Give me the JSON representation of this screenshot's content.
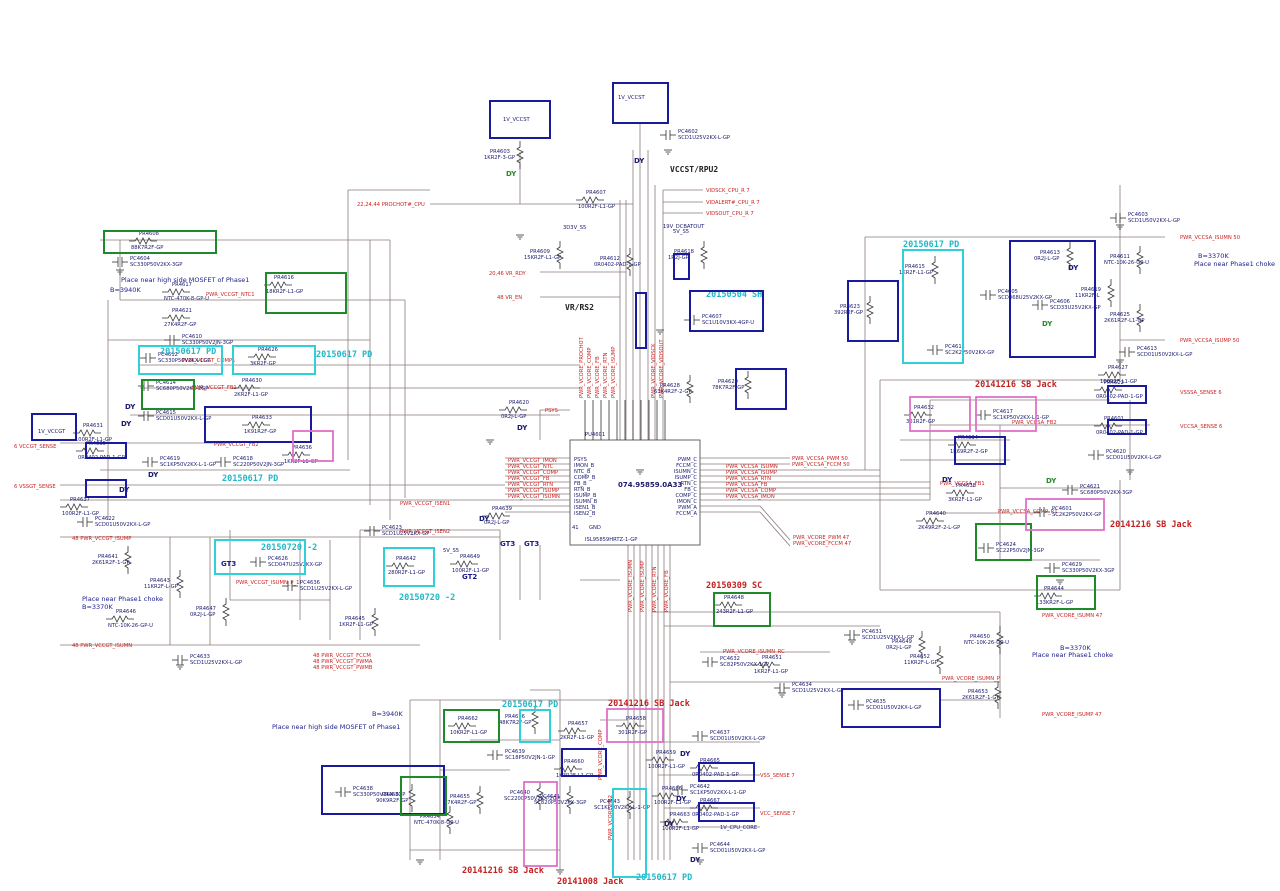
{
  "colors": {
    "wire": "#8a7a7a",
    "part": "#333333",
    "label": "#1a1a6e",
    "net": "#cc2222",
    "dy": "#2b8a2b",
    "box_blue": "#1a1a9e",
    "box_green": "#1f8a2a",
    "box_cyan": "#2fd0d8",
    "box_pink": "#e070c8",
    "note_cyan": "#21b8c8",
    "note_red": "#c42020",
    "note_blue": "#1a1a8e"
  },
  "ic": {
    "ref": "PU4601",
    "pn": "074.95859.0A33",
    "pn2": "ISL95859HRTZ-1-GP",
    "left_pins": [
      "PSYS",
      "IMON_B",
      "NTC_B",
      "COMP_B",
      "FB_B",
      "RTN_B",
      "ISUMP_B",
      "ISUMN_B",
      "ISEN1_B",
      "ISEN2_B"
    ],
    "right_pins": [
      "PWM_C",
      "FCCM_C",
      "ISUMN_C",
      "ISUMP_C",
      "RTN_C",
      "FB_C",
      "COMP_C",
      "IMON_C",
      "PWM_A",
      "FCCM_A"
    ],
    "gnd": "GND"
  },
  "power": [
    {
      "id": "p1",
      "label": "1V_VCCST"
    },
    {
      "id": "p2",
      "label": "1V_VCCST"
    },
    {
      "id": "p3",
      "label": "1V_VCCGT"
    }
  ],
  "headings": {
    "vccst": "VCCST/RPU2",
    "vrrs": "VR/RS2"
  },
  "nets_left": [
    {
      "id": "n1",
      "text": "22,24,44 PROCHOT#_CPU"
    },
    {
      "id": "n2",
      "text": "20,46 VR_RDY"
    },
    {
      "id": "n3",
      "text": "48 VR_EN"
    },
    {
      "id": "n4",
      "text": "6 VCCGT_SENSE"
    },
    {
      "id": "n5",
      "text": "6 VSSGT_SENSE"
    },
    {
      "id": "n6",
      "text": "48 PWR_VCCGT_ISUMP"
    },
    {
      "id": "n7",
      "text": "48 PWR_VCCGT_ISUMN"
    },
    {
      "id": "n8",
      "text": "48 PWR_VCCGT_FCCM"
    },
    {
      "id": "n9",
      "text": "48 PWR_VCCGT_PWMA"
    },
    {
      "id": "n10",
      "text": "48 PWR_VCCGT_PWMB"
    }
  ],
  "nets_right": [
    {
      "id": "r1",
      "text": "VIDSCK_CPU_R 7"
    },
    {
      "id": "r2",
      "text": "VIDALERT#_CPU_R 7"
    },
    {
      "id": "r3",
      "text": "VIDSOUT_CPU_R 7"
    },
    {
      "id": "r4",
      "text": "PWR_VCCSA_ISUMN 50"
    },
    {
      "id": "r5",
      "text": "PWR_VCCSA_ISUMP 50"
    },
    {
      "id": "r6",
      "text": "VSSSA_SENSE 6"
    },
    {
      "id": "r7",
      "text": "VCCSA_SENSE 6"
    },
    {
      "id": "r8",
      "text": "PWR_VCCSA_PWM 50"
    },
    {
      "id": "r9",
      "text": "PWR_VCCSA_FCCM 50"
    },
    {
      "id": "r10",
      "text": "PWR_VCORE_PWM 47"
    },
    {
      "id": "r11",
      "text": "PWR_VCORE_FCCM 47"
    },
    {
      "id": "r12",
      "text": "PWR_VCORE_ISUMN 47"
    },
    {
      "id": "r13",
      "text": "PWR_VCORE_ISUMP 47"
    },
    {
      "id": "r14",
      "text": "VSS_SENSE 7"
    },
    {
      "id": "r15",
      "text": "VCC_SENSE 7"
    }
  ],
  "bus_labels": [
    {
      "id": "b1",
      "text": "PWR_VCCGT_IMON"
    },
    {
      "id": "b2",
      "text": "PWR_VCCGT_NTC"
    },
    {
      "id": "b3",
      "text": "PWR_VCCGT_COMP"
    },
    {
      "id": "b4",
      "text": "PWR_VCCGT_FB"
    },
    {
      "id": "b5",
      "text": "PWR_VCCGT_RTN"
    },
    {
      "id": "b6",
      "text": "PWR_VCCGT_ISUMP"
    },
    {
      "id": "b7",
      "text": "PWR_VCCGT_ISUMN"
    },
    {
      "id": "b8",
      "text": "PWR_VCCGT_ISEN1"
    },
    {
      "id": "b9",
      "text": "PWR_VCCGT_ISEN2"
    },
    {
      "id": "b10",
      "text": "PWR_VCCSA_ISUMN"
    },
    {
      "id": "b11",
      "text": "PWR_VCCSA_ISUMP"
    },
    {
      "id": "b12",
      "text": "PWR_VCCSA_RTN"
    },
    {
      "id": "b13",
      "text": "PWR_VCCSA_FB"
    },
    {
      "id": "b14",
      "text": "PWR_VCCSA_COMP"
    },
    {
      "id": "b15",
      "text": "PWR_VCCSA_IMON"
    },
    {
      "id": "b16",
      "text": "PWR_VCCSA_FB2"
    },
    {
      "id": "b17",
      "text": "PWR_VCCSA_COMP_R1"
    },
    {
      "id": "b18",
      "text": "PWR_VCORE_ISUMN_RC"
    },
    {
      "id": "b19",
      "text": "PWR_VCORE_ISUMN_P"
    },
    {
      "id": "b20",
      "text": "PWR_VCCGT_NTC1"
    },
    {
      "id": "b21",
      "text": "PWR_VCCGT_COMP1"
    },
    {
      "id": "b22",
      "text": "PWR_VCCGT_FB1"
    },
    {
      "id": "b23",
      "text": "PWR_VCCGT_FB2"
    },
    {
      "id": "b24",
      "text": "PWR_VCCGT_ISUMN_P_1"
    },
    {
      "id": "b25",
      "text": "PSYS"
    },
    {
      "id": "b26",
      "text": "PWR_VCCSA_FB1"
    }
  ],
  "parts": [
    {
      "id": "c1",
      "ref": "PR4603",
      "val": "1KR2F-3-GP"
    },
    {
      "id": "c2",
      "ref": "PC4602",
      "val": "SCD1U25V2KX-L-GP"
    },
    {
      "id": "c3",
      "ref": "PR4607",
      "val": "100R2F-L1-GP"
    },
    {
      "id": "c4",
      "ref": "PR4609",
      "val": "15KR2F-L1-GP"
    },
    {
      "id": "c5",
      "ref": "PR4612",
      "val": "0R0402-PAD-1-GP"
    },
    {
      "id": "c6",
      "ref": "PR4618",
      "val": "1R2J-GP"
    },
    {
      "id": "c7",
      "ref": "PC4607",
      "val": "SC1U10V3KX-4GP-U"
    },
    {
      "id": "c8",
      "ref": "PR4608",
      "val": "88K7R2F-GP"
    },
    {
      "id": "c9",
      "ref": "PC4604",
      "val": "SC330P50V2KX-3GP"
    },
    {
      "id": "c10",
      "ref": "PR4617",
      "val": "NTC-470K-8-GP-U"
    },
    {
      "id": "c11",
      "ref": "PR4621",
      "val": "27K4R2F-GP"
    },
    {
      "id": "c12",
      "ref": "PR4616",
      "val": "18KR2F-L1-GP"
    },
    {
      "id": "c13",
      "ref": "PC4610",
      "val": "SC330P50V2JN-3GP"
    },
    {
      "id": "c14",
      "ref": "PC4612",
      "val": "SC330P50V2KX-1GP"
    },
    {
      "id": "c15",
      "ref": "PR4626",
      "val": "3KR2F-GP"
    },
    {
      "id": "c16",
      "ref": "PC4614",
      "val": "SC680P50V2KX-2GP"
    },
    {
      "id": "c17",
      "ref": "PR4630",
      "val": "2KR2F-L1-GP"
    },
    {
      "id": "c18",
      "ref": "PC4615",
      "val": "SCD01U50V2KX-L-GP"
    },
    {
      "id": "c19",
      "ref": "PR4633",
      "val": "1K91R2F-GP"
    },
    {
      "id": "c20",
      "ref": "PR4636",
      "val": "1KR2F-L1-GP"
    },
    {
      "id": "c21",
      "ref": "PC4618",
      "val": "SC220P50V2JN-3GP"
    },
    {
      "id": "c22",
      "ref": "PC4619",
      "val": "SC1KP50V2KX-L-1-GP"
    },
    {
      "id": "c23",
      "ref": "PR4631",
      "val": "100R2F-L1-GP"
    },
    {
      "id": "c24",
      "ref": "PR4635",
      "val": "0R0402-PAD-1-GP"
    },
    {
      "id": "c25",
      "ref": "PR4637",
      "val": "100R2F-L1-GP"
    },
    {
      "id": "c26",
      "ref": "PC4622",
      "val": "SCD01U50V2KX-L-GP"
    },
    {
      "id": "c27",
      "ref": "PR4641",
      "val": "2K61R2F-1-GP"
    },
    {
      "id": "c28",
      "ref": "PR4643",
      "val": "11KR2F-L-GP"
    },
    {
      "id": "c29",
      "ref": "PC4626",
      "val": "SCD047U25V2KX-GP"
    },
    {
      "id": "c30",
      "ref": "PR4647",
      "val": "0R2J-L-GP"
    },
    {
      "id": "c31",
      "ref": "PC4636",
      "val": "SCD1U25V2KX-L-GP"
    },
    {
      "id": "c32",
      "ref": "PR4645",
      "val": "1KR2F-L1-GP"
    },
    {
      "id": "c33",
      "ref": "PR4646",
      "val": "NTC-10K-26-GP-U"
    },
    {
      "id": "c34",
      "ref": "PC4633",
      "val": "SCD1U25V2KX-L-GP"
    },
    {
      "id": "c35",
      "ref": "PC4623",
      "val": "SCD1U25V2KX-GP"
    },
    {
      "id": "c36",
      "ref": "PR4642",
      "val": "280R2F-L1-GP"
    },
    {
      "id": "c37",
      "ref": "PR4639",
      "val": "0R2J-L-GP"
    },
    {
      "id": "c38",
      "ref": "PR4649",
      "val": "100R2F-L1-GP"
    },
    {
      "id": "c39",
      "ref": "PR4620",
      "val": "0R2J-L-GP"
    },
    {
      "id": "c40",
      "ref": "PR4628",
      "val": "63K4R2F-2-GP"
    },
    {
      "id": "c41",
      "ref": "PR4629",
      "val": "78K7R2F-GP"
    },
    {
      "id": "c42",
      "ref": "PC4603",
      "val": "SCD1U50V2KX-L-GP"
    },
    {
      "id": "c43",
      "ref": "PR4611",
      "val": "NTC-10K-26-GP-U"
    },
    {
      "id": "c44",
      "ref": "PR4615",
      "val": "1KR2F-L1-GP"
    },
    {
      "id": "c45",
      "ref": "PC4605",
      "val": "SCD068U25V2KX-GP"
    },
    {
      "id": "c46",
      "ref": "PC4606",
      "val": "SCD33U25V2KX-GP"
    },
    {
      "id": "c47",
      "ref": "PR4613",
      "val": "0R2J-L-GP"
    },
    {
      "id": "c48",
      "ref": "PR4619",
      "val": "11KR2F-L"
    },
    {
      "id": "c49",
      "ref": "PR4625",
      "val": "2K61R2F-L1-GP"
    },
    {
      "id": "c50",
      "ref": "PR4623",
      "val": "392R2F-GP"
    },
    {
      "id": "c51",
      "ref": "PC4611",
      "val": "SC2K2P50V2KX-GP"
    },
    {
      "id": "c52",
      "ref": "PC4613",
      "val": "SCD01U50V2KX-L-GP"
    },
    {
      "id": "c53",
      "ref": "PR4627",
      "val": "100R2F-L1-GP"
    },
    {
      "id": "c54",
      "ref": "PR4622",
      "val": "0R0402-PAD-1-GP"
    },
    {
      "id": "c55",
      "ref": "PR4601",
      "val": "0R0402-PAD-1-GP"
    },
    {
      "id": "c56",
      "ref": "PR4632",
      "val": "301R2F-GP"
    },
    {
      "id": "c57",
      "ref": "PC4617",
      "val": "SC1KP50V2KX-L-1-GP"
    },
    {
      "id": "c58",
      "ref": "PR4634",
      "val": "1K69R2F-2-GP"
    },
    {
      "id": "c59",
      "ref": "PC4620",
      "val": "SCD01U50V2KX-L-GP"
    },
    {
      "id": "c60",
      "ref": "PR4638",
      "val": "3KR2F-L1-GP"
    },
    {
      "id": "c61",
      "ref": "PC4621",
      "val": "SC680P50V2KX-3GP"
    },
    {
      "id": "c62",
      "ref": "PR4640",
      "val": "2K49R2F-2-L-GP"
    },
    {
      "id": "c63",
      "ref": "PC4601",
      "val": "SC2K2P50V2KX-GP"
    },
    {
      "id": "c64",
      "ref": "PC4624",
      "val": "SC22P50V2JN-3GP"
    },
    {
      "id": "c65",
      "ref": "PC4629",
      "val": "SC330P50V2KX-3GP"
    },
    {
      "id": "c66",
      "ref": "PR4644",
      "val": "133KR2F-L-GP"
    },
    {
      "id": "c67",
      "ref": "PR4648",
      "val": "243R2F-L1-GP"
    },
    {
      "id": "c68",
      "ref": "PC4631",
      "val": "SCD1U25V2KX-L-GP"
    },
    {
      "id": "c69",
      "ref": "PC4632",
      "val": "SC82P50V2KX-1GP"
    },
    {
      "id": "c70",
      "ref": "PR4651",
      "val": "1KR2F-L1-GP"
    },
    {
      "id": "c71",
      "ref": "PC4634",
      "val": "SCD1U25V2KX-L-GP"
    },
    {
      "id": "c72",
      "ref": "PR4649",
      "val": "0R2J-L-GP"
    },
    {
      "id": "c73",
      "ref": "PR4652",
      "val": "11KR2F-L-GP"
    },
    {
      "id": "c74",
      "ref": "PR4650",
      "val": "NTC-10K-26-GP-U"
    },
    {
      "id": "c75",
      "ref": "PR4653",
      "val": "2K61R2F-1-GP"
    },
    {
      "id": "c76",
      "ref": "PC4635",
      "val": "SCD01U50V2KX-L-GP"
    },
    {
      "id": "c77",
      "ref": "PR4662",
      "val": "10KR2F-L1-GP"
    },
    {
      "id": "c78",
      "ref": "PR4656",
      "val": "48K7R2F-GP"
    },
    {
      "id": "c79",
      "ref": "PR4657",
      "val": "2KR2F-L1-GP"
    },
    {
      "id": "c80",
      "ref": "PR4658",
      "val": "301R2F-GP"
    },
    {
      "id": "c81",
      "ref": "PC4637",
      "val": "SCD01U50V2KX-L-GP"
    },
    {
      "id": "c82",
      "ref": "PR4659",
      "val": "100R2F-L1-GP"
    },
    {
      "id": "c83",
      "ref": "PR4660",
      "val": "1K3R2F-L1-GP"
    },
    {
      "id": "c84",
      "ref": "PC4639",
      "val": "SC18P50V2JN-1-GP"
    },
    {
      "id": "c85",
      "ref": "PC4638",
      "val": "SC330P50V2KX-3GP"
    },
    {
      "id": "c86",
      "ref": "PR4661",
      "val": "90K9R2F-GP"
    },
    {
      "id": "c87",
      "ref": "PR4654",
      "val": "NTC-470K-8-GP-U"
    },
    {
      "id": "c88",
      "ref": "PR4655",
      "val": "27K4R2F-GP"
    },
    {
      "id": "c89",
      "ref": "PC4640",
      "val": "SC2200P50V2KX-2GP"
    },
    {
      "id": "c90",
      "ref": "PC4641",
      "val": "SC820P50V2KX-3GP"
    },
    {
      "id": "c91",
      "ref": "PC4643",
      "val": "SC1KP50V2KX-L-1-GP"
    },
    {
      "id": "c92",
      "ref": "PR4665",
      "val": "0R0402-PAD-1-GP"
    },
    {
      "id": "c93",
      "ref": "PR4667",
      "val": "0R0402-PAD-1-GP"
    },
    {
      "id": "c94",
      "ref": "PC4642",
      "val": "SC1KP50V2KX-L-1-GP"
    },
    {
      "id": "c95",
      "ref": "PR4663",
      "val": "100R2F-L1-GP"
    },
    {
      "id": "c96",
      "ref": "PC4644",
      "val": "SCD01U50V2KX-L-GP"
    },
    {
      "id": "c97",
      "ref": "PR4666",
      "val": "100R2F-L1-GP"
    }
  ],
  "notes": [
    {
      "id": "x1",
      "text": "Place near high side MOSFET of Phase1",
      "kind": "blue"
    },
    {
      "id": "x2",
      "text": "B=3940K",
      "kind": "blue"
    },
    {
      "id": "x3",
      "text": "20150617 PD",
      "kind": "cyan"
    },
    {
      "id": "x4",
      "text": "20150617 PD",
      "kind": "cyan"
    },
    {
      "id": "x5",
      "text": "20150617 PD",
      "kind": "cyan"
    },
    {
      "id": "x6",
      "text": "20150720 -2",
      "kind": "cyan"
    },
    {
      "id": "x7",
      "text": "20150720 -2",
      "kind": "cyan"
    },
    {
      "id": "x8",
      "text": "B=3370K",
      "kind": "blue"
    },
    {
      "id": "x9",
      "text": "Place near Phase1 choke",
      "kind": "blue"
    },
    {
      "id": "x10",
      "text": "20150617 PD",
      "kind": "cyan"
    },
    {
      "id": "x11",
      "text": "B=3370K",
      "kind": "blue"
    },
    {
      "id": "x12",
      "text": "Place near Phase1 choke",
      "kind": "blue"
    },
    {
      "id": "x13",
      "text": "20150504 SH",
      "kind": "cyan"
    },
    {
      "id": "x14",
      "text": "20141216 SB Jack",
      "kind": "red"
    },
    {
      "id": "x15",
      "text": "20141216 SB Jack",
      "kind": "red"
    },
    {
      "id": "x16",
      "text": "20150309 SC",
      "kind": "red"
    },
    {
      "id": "x17",
      "text": "B=3370K",
      "kind": "blue"
    },
    {
      "id": "x18",
      "text": "Place near Phase1 choke",
      "kind": "blue"
    },
    {
      "id": "x19",
      "text": "B=3940K",
      "kind": "blue"
    },
    {
      "id": "x20",
      "text": "Place near high side MOSFET of Phase1",
      "kind": "blue"
    },
    {
      "id": "x21",
      "text": "20150617 PD",
      "kind": "cyan"
    },
    {
      "id": "x22",
      "text": "20141216 SB Jack",
      "kind": "red"
    },
    {
      "id": "x23",
      "text": "20141216 SB Jack",
      "kind": "red"
    },
    {
      "id": "x24",
      "text": "20141008 Jack",
      "kind": "red"
    },
    {
      "id": "x25",
      "text": "20150617 PD",
      "kind": "cyan"
    },
    {
      "id": "x26",
      "text": "GT3",
      "kind": "blue"
    },
    {
      "id": "x27",
      "text": "GT3",
      "kind": "blue"
    },
    {
      "id": "x28",
      "text": "GT3",
      "kind": "blue"
    },
    {
      "id": "x29",
      "text": "GT2",
      "kind": "blue"
    }
  ],
  "misc": {
    "dy": "DY",
    "v3v3": "3D3V_S5",
    "v5": "5V_S5",
    "v5b": "5V_S5",
    "dcbat": "19V_DCBATOUT",
    "cpu_core": "1V_CPU_CORE",
    "psys_pin": "41"
  }
}
